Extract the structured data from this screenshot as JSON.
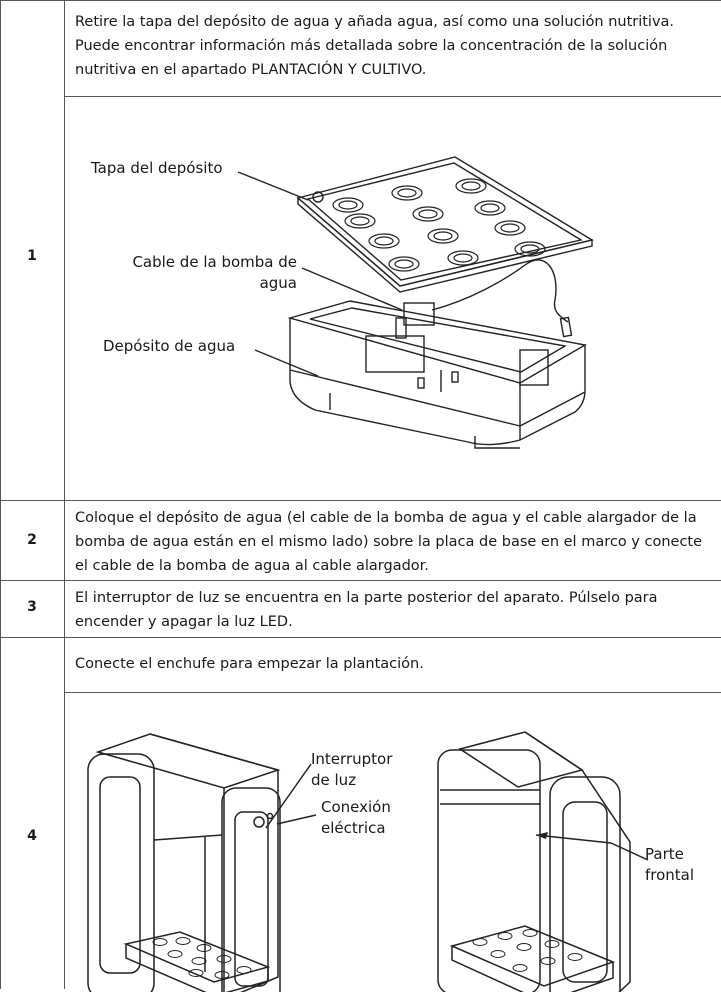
{
  "steps": [
    {
      "number": "1",
      "text": "Retire la tapa del depósito de agua y añada agua, así como una solución nutritiva. Puede encontrar información más detallada sobre la concentración de la solución nutritiva en el apartado PLANTACIÓN Y CULTIVO.",
      "figure": {
        "labels": {
          "lid": "Tapa del depósito",
          "pump_cable_line1": "Cable de la bomba de",
          "pump_cable_line2": "agua",
          "tank": "Depósito de agua"
        }
      }
    },
    {
      "number": "2",
      "text": "Coloque el depósito de agua (el cable de la bomba de agua y el cable alargador de la bomba de agua están en el mismo lado) sobre la placa de base en el marco y conecte el cable de la bomba de agua al cable alargador."
    },
    {
      "number": "3",
      "text": "El interruptor de luz se encuentra en la parte posterior del aparato. Púlselo para encender y apagar la luz LED."
    },
    {
      "number": "4",
      "text": "Conecte el enchufe para empezar la plantación.",
      "figure": {
        "labels": {
          "switch_line1": "Interruptor",
          "switch_line2": "de luz",
          "power_line1": "Conexión",
          "power_line2": "eléctrica",
          "front_line1": "Parte",
          "front_line2": "frontal"
        }
      }
    }
  ]
}
